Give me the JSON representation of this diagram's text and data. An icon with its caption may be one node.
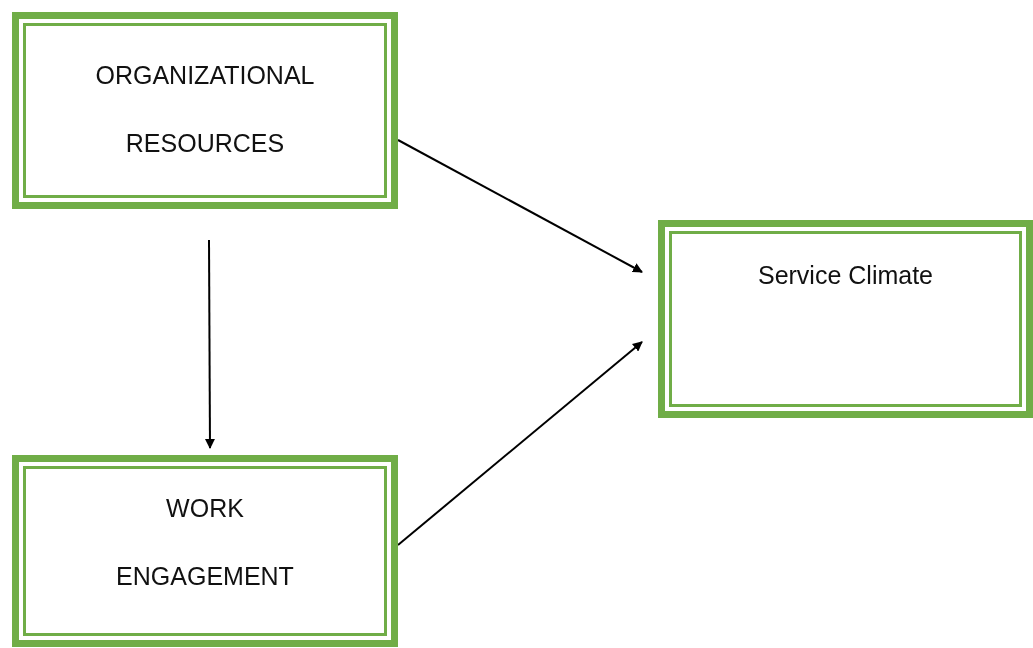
{
  "diagram": {
    "nodes": [
      {
        "text": [
          "ORGANIZATIONAL RESOURCES"
        ]
      },
      {
        "text": [
          "WORK ENGAGEMENT"
        ]
      },
      {
        "text": [
          "Service Climate"
        ]
      }
    ],
    "edges": [
      {
        "from": 0,
        "to": 2,
        "arrow": "to"
      },
      {
        "from": 1,
        "to": 2,
        "arrow": "to"
      },
      {
        "from": 0,
        "to": 1,
        "arrow": "to"
      }
    ]
  }
}
